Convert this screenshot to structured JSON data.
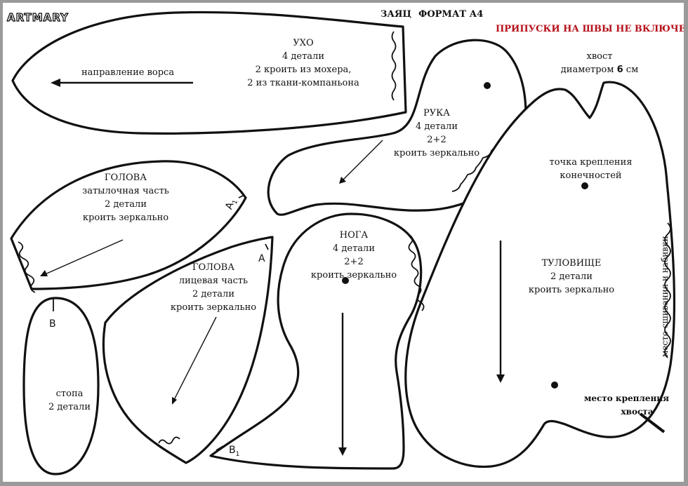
{
  "header": {
    "logo": "ARTMARY",
    "title": "ЗАЯЦ",
    "format": "ФОРМАТ А4",
    "notice": "ПРИПУСКИ НА ШВЫ НЕ ВКЛЮЧЕНЫ",
    "notice_color": "#b5121b"
  },
  "ear": {
    "name": "УХО",
    "count": "4 детали",
    "cut1": "2 кроить из мохера,",
    "cut2": "2 из ткани-компаньона",
    "pile_direction": "направление ворса"
  },
  "arm": {
    "name": "РУКА",
    "count": "4 детали",
    "pairs": "2+2",
    "cut": "кроить зеркально"
  },
  "tail": {
    "label": "хвост",
    "diameter_prefix": "диаметром ",
    "diameter_value": "6",
    "diameter_unit": " см"
  },
  "attach_point": {
    "line1": "точка крепления",
    "line2": "конечностей"
  },
  "head_back": {
    "name": "ГОЛОВА",
    "part": "затылочная часть",
    "count": "2 детали",
    "cut": "кроить зеркально",
    "mark": "A",
    "mark_sub": "1"
  },
  "head_front": {
    "name": "ГОЛОВА",
    "part": "лицевая часть",
    "count": "2 детали",
    "cut": "кроить зеркально",
    "mark": "A"
  },
  "leg": {
    "name": "НОГА",
    "count": "4 детали",
    "pairs": "2+2",
    "cut": "кроить зеркально",
    "mark": "B",
    "mark_sub": "1"
  },
  "body_part": {
    "name": "ТУЛОВИЩЕ",
    "count": "2 детали",
    "cut": "кроить зеркально",
    "opening": "место сшивания и набивки",
    "tail_place_line1": "место крепления",
    "tail_place_line2": "хвоста"
  },
  "foot": {
    "name": "стопа",
    "count": "2 детали",
    "mark": "B"
  }
}
